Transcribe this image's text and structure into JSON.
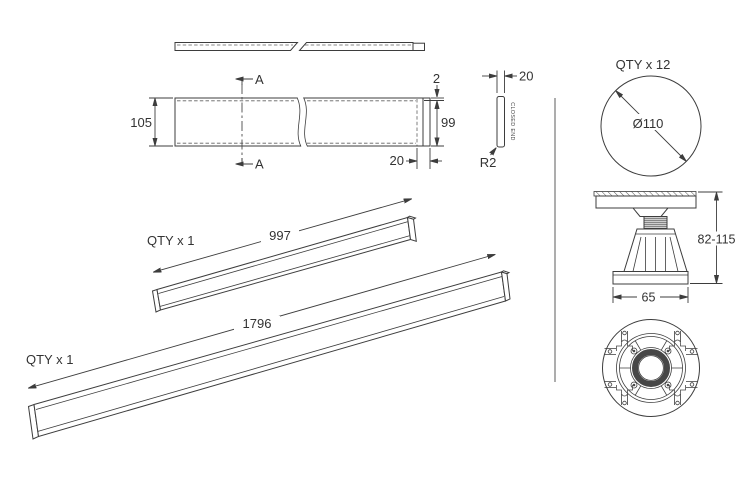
{
  "colors": {
    "line": "#3d3d3d",
    "divider": "#8a8a8a",
    "background": "#ffffff"
  },
  "front_view": {
    "height": "105",
    "end_height": "99",
    "top_gap": "2",
    "end_cap_length": "20",
    "section_marker": "A"
  },
  "end_profile": {
    "thickness": "20",
    "corner_radius": "R2",
    "note": "CLOSED END"
  },
  "mid_panel": {
    "qty": "QTY x 1",
    "length": "997"
  },
  "long_panel": {
    "qty": "QTY x 1",
    "length": "1796"
  },
  "leg": {
    "qty": "QTY x 12",
    "diameter": "Ø110",
    "height_range": "82-115",
    "base_width": "65"
  }
}
